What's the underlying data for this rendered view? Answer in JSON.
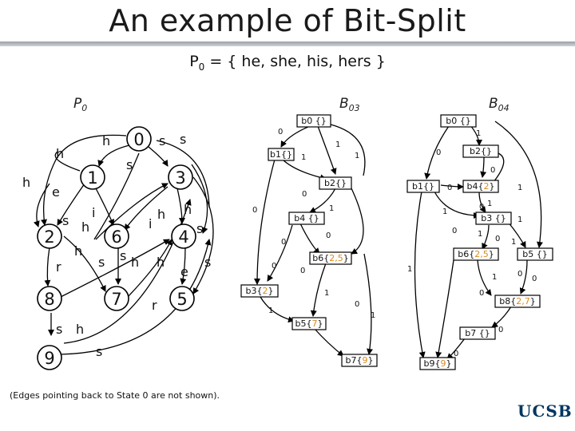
{
  "title": "An example of Bit-Split",
  "subtitle": {
    "prefix": "P",
    "sub": "0",
    "text": " = { he, she, his, hers }"
  },
  "caption": "(Edges pointing back to State 0 are not shown).",
  "logo": "UCSB",
  "labels": {
    "p0": "P",
    "p0_sub": "0",
    "b03": "B",
    "b03_sub": "03",
    "b04": "B",
    "b04_sub": "04"
  },
  "dfa": {
    "states": [
      "0",
      "1",
      "2",
      "3",
      "4",
      "5",
      "6",
      "7",
      "8",
      "9"
    ],
    "edge_labels": [
      "h",
      "s",
      "s",
      "h",
      "h",
      "e",
      "s",
      "i",
      "h",
      "h",
      "s",
      "r",
      "h",
      "s",
      "s",
      "h",
      "h",
      "i",
      "h",
      "s",
      "e",
      "s",
      "r",
      "s",
      "h",
      "s"
    ]
  },
  "b03": {
    "boxes": [
      "b0 {}",
      "b1{}",
      "b2{}",
      "b4 {}",
      "b6{",
      "2,5",
      "}",
      "b3{",
      "2",
      "}",
      "b5{",
      "7",
      "}",
      "b7{",
      "9",
      "}"
    ],
    "bits": [
      "0",
      "1",
      "1",
      "1",
      "0",
      "0",
      "1",
      "0",
      "0",
      "0",
      "0",
      "1",
      "1",
      "0",
      "1"
    ]
  },
  "b04": {
    "boxes": [
      "b0 {}",
      "b2{}",
      "b1{}",
      "b4{",
      "2",
      "}",
      "b3 {}",
      "b6{",
      "2,5",
      "}",
      "b5 {}",
      "b8{",
      "2,7",
      "}",
      "b7 {}",
      "b9{",
      "9",
      "}"
    ],
    "bits": [
      "1",
      "0",
      "0",
      "0",
      "1",
      "1",
      "0",
      "1",
      "1",
      "0",
      "1",
      "0",
      "1",
      "1",
      "0",
      "0",
      "1",
      "0",
      "0",
      "0"
    ]
  },
  "colors": {
    "highlight": "#d98b1c",
    "logo": "#003660"
  }
}
